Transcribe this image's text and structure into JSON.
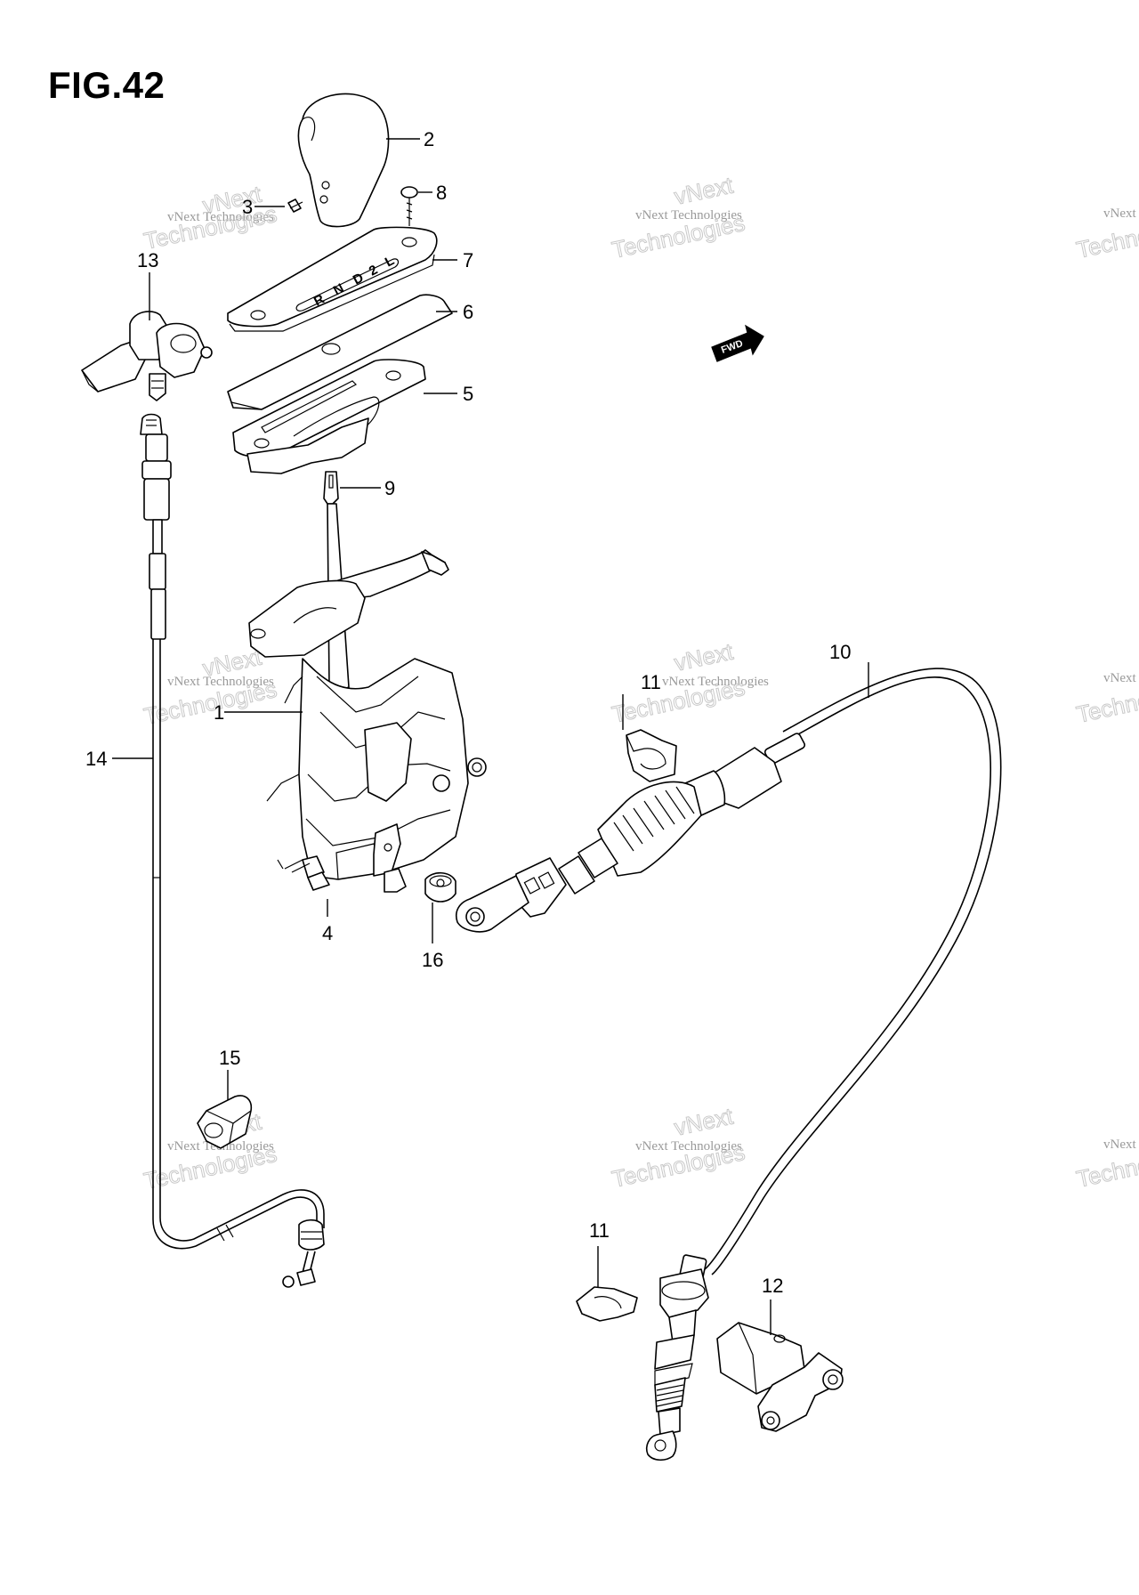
{
  "figure": {
    "title": "FIG.42"
  },
  "callouts": [
    {
      "id": "1",
      "label": "1"
    },
    {
      "id": "2",
      "label": "2"
    },
    {
      "id": "3",
      "label": "3"
    },
    {
      "id": "4",
      "label": "4"
    },
    {
      "id": "5",
      "label": "5"
    },
    {
      "id": "6",
      "label": "6"
    },
    {
      "id": "7",
      "label": "7"
    },
    {
      "id": "8",
      "label": "8"
    },
    {
      "id": "9",
      "label": "9"
    },
    {
      "id": "10",
      "label": "10"
    },
    {
      "id": "11a",
      "label": "11"
    },
    {
      "id": "11b",
      "label": "11"
    },
    {
      "id": "12",
      "label": "12"
    },
    {
      "id": "13",
      "label": "13"
    },
    {
      "id": "14",
      "label": "14"
    },
    {
      "id": "15",
      "label": "15"
    },
    {
      "id": "16",
      "label": "16"
    }
  ],
  "gate_markings": [
    "L",
    "2",
    "D",
    "N",
    "R"
  ],
  "direction_badge": "FWD",
  "watermark": {
    "line1": "vNext Technologies",
    "line2": "vNext",
    "line3": "Technologies"
  },
  "icons": [
    "fwd-arrow-icon"
  ]
}
